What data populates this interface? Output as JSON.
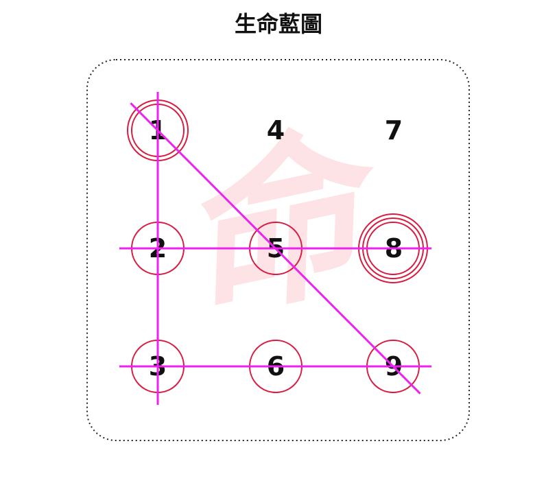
{
  "title": "生命藍圖",
  "numbers": [
    "1",
    "2",
    "3",
    "4",
    "5",
    "6",
    "7",
    "8",
    "9"
  ],
  "circles": {
    "1": 2,
    "2": 1,
    "3": 1,
    "4": 0,
    "5": 1,
    "6": 1,
    "7": 0,
    "8": 3,
    "9": 1
  },
  "lines": [
    {
      "from": "1",
      "to": "3"
    },
    {
      "from": "2",
      "to": "8"
    },
    {
      "from": "3",
      "to": "9"
    },
    {
      "from": "1",
      "to": "9"
    }
  ],
  "watermark": "命",
  "colors": {
    "circle": "#d81b40",
    "line": "#ee22ee",
    "text": "#111111",
    "border": "#222222",
    "watermark": "#fde2e6"
  }
}
